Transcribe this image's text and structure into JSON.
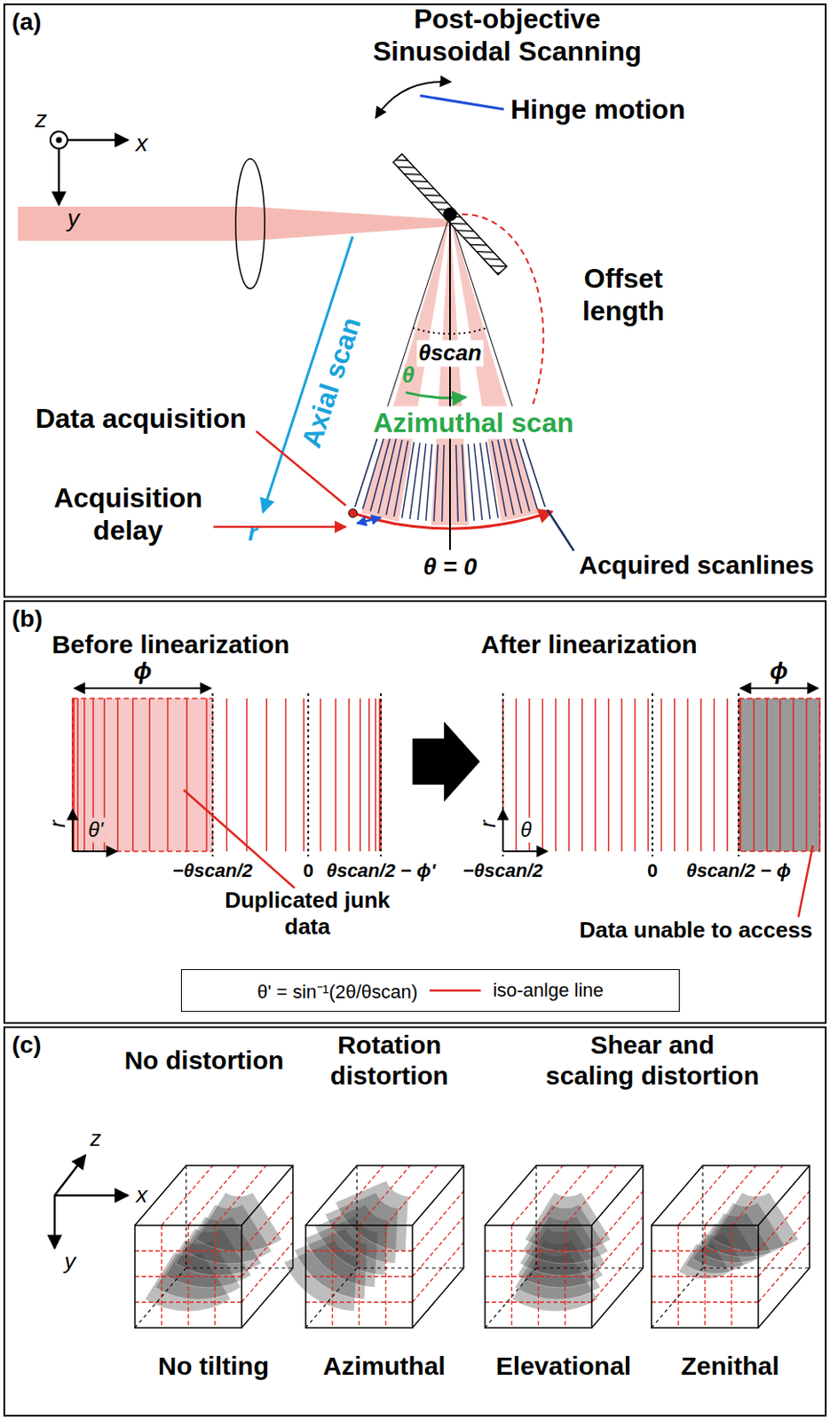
{
  "diagram": {
    "nodes": [
      {
        "text": [
          "(a)"
        ]
      },
      {
        "text": [
          "(b)"
        ]
      },
      {
        "text": [
          "(c)"
        ]
      },
      {
        "text": [
          "θ' = sin⁻¹(2θ/θscan)",
          "iso-anlge line"
        ],
        "in": 1
      }
    ],
    "labels": [
      "Post-objective Sinusoidal Scanning",
      "z",
      "x",
      "y",
      "Hinge motion",
      "θscan",
      "Offset length",
      "Data acquisition",
      "Axial scan",
      "θ",
      "Azimuthal scan",
      "r",
      "Acquisition delay",
      "θ = 0",
      "Acquired scanlines",
      "Before linearization",
      "After linearization",
      "ϕ",
      "ϕ",
      "r",
      "θ'",
      "−θscan/2",
      "0",
      "θscan/2 − ϕ'",
      "Duplicated junk data",
      "r",
      "θ",
      "−θscan/2",
      "0",
      "θscan/2 − ϕ",
      "Data unable to access",
      "No distortion",
      "Rotation distortion",
      "Shear and scaling distortion",
      "z",
      "x",
      "y",
      "No tilting",
      "Azimuthal",
      "Elevational",
      "Zenithal"
    ]
  }
}
